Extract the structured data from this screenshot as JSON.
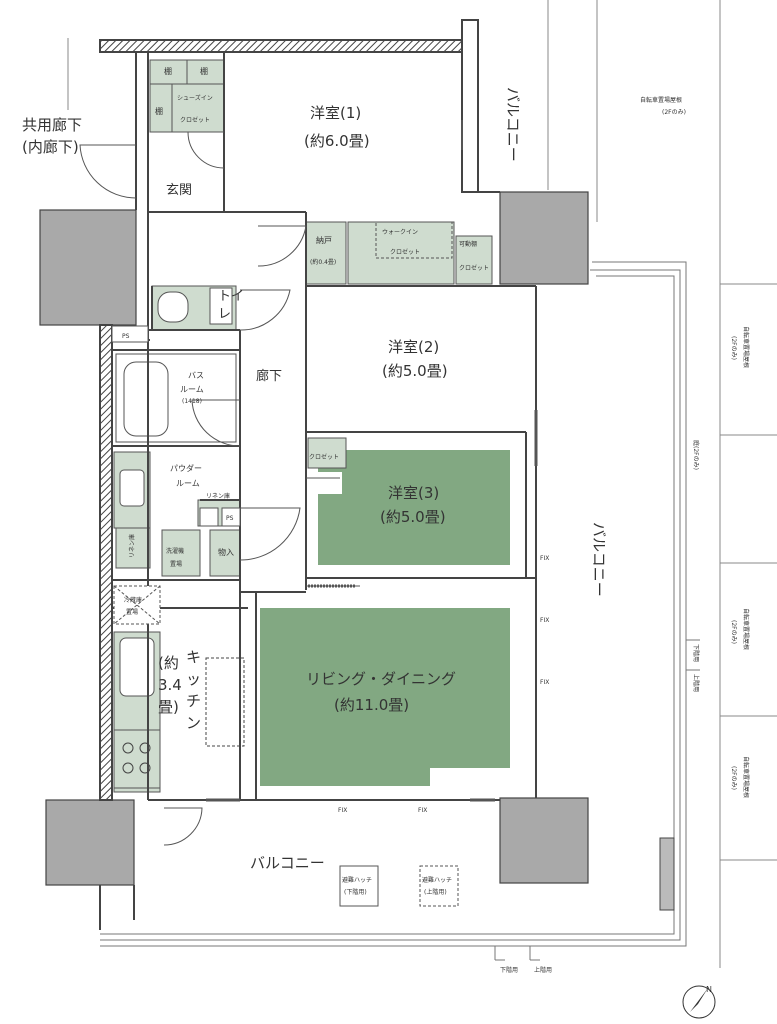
{
  "labels": {
    "common_corridor_1": "共用廊下",
    "common_corridor_2": "(内廊下)",
    "entrance": "玄関",
    "shoe_in_1": "シューズイン",
    "shoe_in_2": "クロゼット",
    "shelf": "棚",
    "western1_name": "洋室(1)",
    "western1_size": "(約6.0畳)",
    "storage_name": "納戸",
    "storage_size": "(約0.4畳)",
    "walkin_1": "ウォークイン",
    "walkin_2": "クロゼット",
    "movable_shelf": "可動棚",
    "closet": "クロゼット",
    "toilet_1": "トイ",
    "toilet_2": "レ",
    "ps": "PS",
    "corridor": "廊下",
    "bath_1": "バス",
    "bath_2": "ルーム",
    "bath_size": "(1418)",
    "western2_name": "洋室(2)",
    "western2_size": "(約5.0畳)",
    "western3_name": "洋室(3)",
    "western3_size": "(約5.0畳)",
    "powder_1": "パウダー",
    "powder_2": "ルーム",
    "linen": "リネン庫",
    "washer_1": "洗濯機",
    "washer_2": "置場",
    "storage2": "物入",
    "fridge_1": "冷蔵庫",
    "fridge_2": "置場",
    "kitchen_chars": [
      "キ",
      "ッ",
      "チ",
      "ン"
    ],
    "kitchen_size": [
      "(約",
      "3.4",
      "畳)"
    ],
    "living_name": "リビング・ダイニング",
    "living_size": "(約11.0畳)",
    "balcony_top": "バルコニー",
    "balcony_right": "バルコニー",
    "balcony_bottom": "バルコニー",
    "fix": "FIX",
    "hatch_down_1": "避難ハッチ",
    "hatch_down_2": "(下階用)",
    "hatch_up_1": "避難ハッチ",
    "hatch_up_2": "(上階用)",
    "lower_floor": "下階用",
    "upper_floor": "上階用",
    "bicycle_roof_top_1": "自転車置場屋根",
    "bicycle_roof_top_2": "(2Fのみ)",
    "bicycle_roof_side": "自転車置場屋根",
    "bicycle_roof_side_note": "(2Fのみ)",
    "garden": "庭(2Fのみ)",
    "north": "N"
  },
  "colors": {
    "room_green": "#82a882",
    "closet_green": "#cfdccf",
    "wall_gray": "#a9a9a9",
    "wall_dark": "#444444",
    "line": "#666666"
  }
}
